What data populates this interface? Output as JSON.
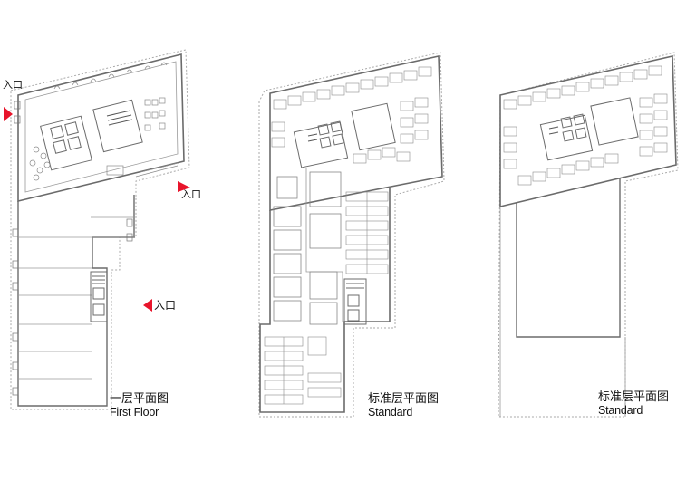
{
  "plans": [
    {
      "title_cn": "一层平面图",
      "title_en": "First Floor"
    },
    {
      "title_cn": "标准层平面图",
      "title_en": "Standard"
    },
    {
      "title_cn": "标准层平面图",
      "title_en": "Standard"
    }
  ],
  "entrances": [
    {
      "label": "入口",
      "accent": "#e8142b"
    },
    {
      "label": "入口",
      "accent": "#e8142b"
    },
    {
      "label": "入口",
      "accent": "#e8142b"
    }
  ],
  "colors": {
    "line": "#6b6b6b",
    "fine": "#9a9a9a",
    "accent": "#e8142b",
    "text": "#111111"
  }
}
